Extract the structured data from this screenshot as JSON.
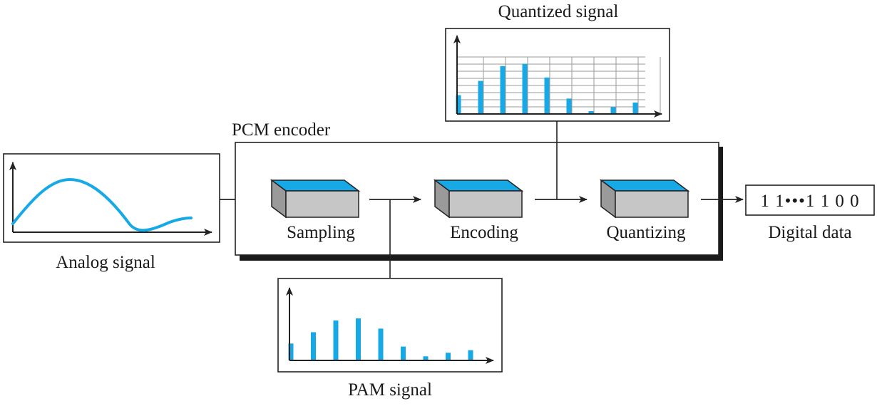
{
  "diagram": {
    "analog_panel": {
      "caption": "Analog signal"
    },
    "quantized_panel": {
      "caption": "Quantized signal"
    },
    "pam_panel": {
      "caption": "PAM signal"
    },
    "encoder": {
      "title": "PCM encoder",
      "stages": [
        {
          "label": "Sampling"
        },
        {
          "label": "Encoding"
        },
        {
          "label": "Quantizing"
        }
      ]
    },
    "output": {
      "bits": "1 1•••1 1 0 0",
      "caption": "Digital data"
    }
  },
  "signals": {
    "pam_levels": [
      0.33,
      0.55,
      0.78,
      0.82,
      0.62,
      0.27,
      0.08,
      0.15,
      0.2
    ],
    "quantized_levels": [
      0.33,
      0.58,
      0.84,
      0.88,
      0.64,
      0.27,
      0.05,
      0.12,
      0.2
    ]
  },
  "colors": {
    "accent": "#16a9e6",
    "box_gray": "#c6c6c6",
    "shadow": "#1a1a1a",
    "line": "#222222"
  }
}
